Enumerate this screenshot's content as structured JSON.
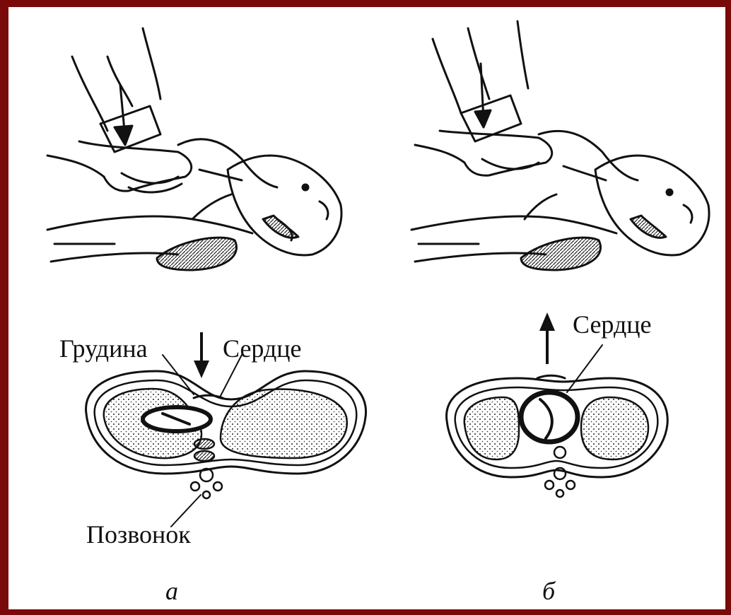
{
  "colors": {
    "border": "#7a0a0a",
    "background": "#ffffff",
    "ink": "#111111"
  },
  "panels": [
    {
      "id": "a",
      "caption": "а",
      "labels": {
        "sternum": "Грудина",
        "heart": "Сердце",
        "vertebra": "Позвонок"
      },
      "arrow": "down-arrow"
    },
    {
      "id": "b",
      "caption": "б",
      "labels": {
        "heart": "Сердце"
      },
      "arrow": "up-arrow"
    }
  ]
}
